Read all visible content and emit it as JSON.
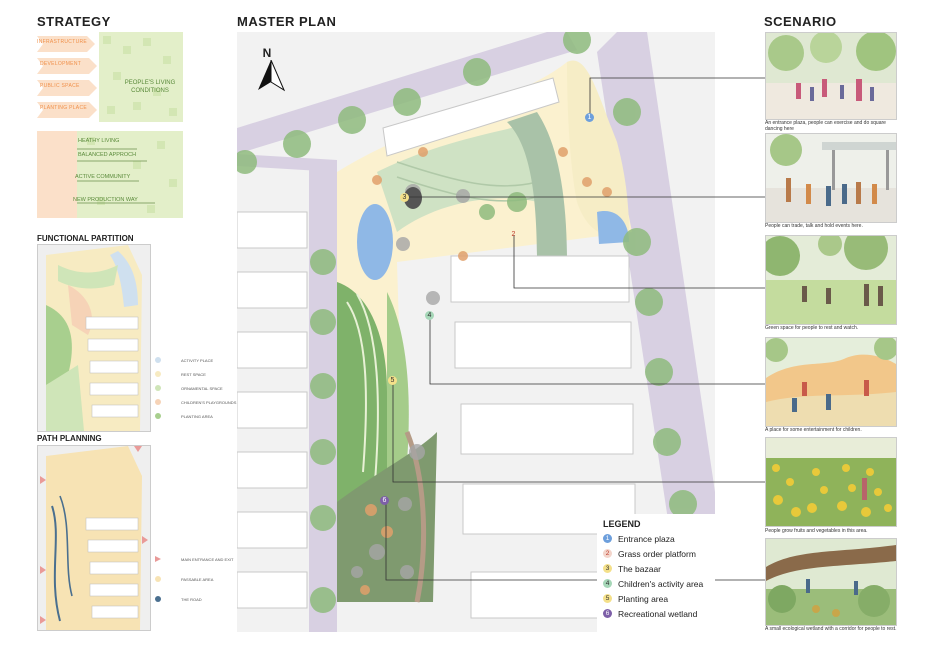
{
  "strategy": {
    "title": "STRATEGY",
    "arrows": [
      "INFRASTRUCTURE",
      "DEVELOPMENT",
      "PUBLIC SPACE",
      "PLANTING PLACE"
    ],
    "conditions": "PEOPLE'S LIVING CONDITIONS",
    "items": [
      "HEATHY LIVING",
      "BALANCED APPROCH",
      "ACTIVE COMMUNITY",
      "NEW PRODUCTION WAY"
    ]
  },
  "functional_partition": {
    "title": "FUNCTIONAL PARTITION",
    "legend": [
      "ACTIVITY PLACE",
      "REST SPACE",
      "ORNAMENTAL SPACE",
      "CHILDREN'S PLAYGROUNDS",
      "PLANTING AREA"
    ],
    "colors": [
      "#cfe0ef",
      "#f7ebc2",
      "#cfe5b8",
      "#f6d3b7",
      "#a8cf8e"
    ]
  },
  "path_planning": {
    "title": "PATH PLANNING",
    "legend": [
      "MAIN ENTRANCE AND EXIT",
      "PASSABLE AREA",
      "THE ROAD"
    ],
    "colors": [
      "#e99a98",
      "#f7e3b4",
      "#4a6f8f"
    ]
  },
  "master_plan": {
    "title": "MASTER PLAN",
    "north": "N",
    "legend_title": "LEGEND",
    "legend": [
      {
        "n": "1",
        "label": "Entrance plaza",
        "color": "#6d9fdc"
      },
      {
        "n": "2",
        "label": "Grass order platform",
        "color": "#e9b8a8"
      },
      {
        "n": "3",
        "label": "The bazaar",
        "color": "#f4e08a"
      },
      {
        "n": "4",
        "label": "Children's activity area",
        "color": "#a6d7b8"
      },
      {
        "n": "5",
        "label": "Planting area",
        "color": "#f4e08a"
      },
      {
        "n": "6",
        "label": "Recreational wetland",
        "color": "#7d5fa8"
      }
    ]
  },
  "scenario": {
    "title": "SCENARIO",
    "captions": [
      "An entrance plaza, people can exercise and do square dancing here",
      "People can trade, talk and hold events here.",
      "Green space for people to rest and watch.",
      "A place for some entertainment for children.",
      "People grow fruits and vegetables in this area.",
      "A small ecological wetland with a corridor for people to rest."
    ]
  }
}
